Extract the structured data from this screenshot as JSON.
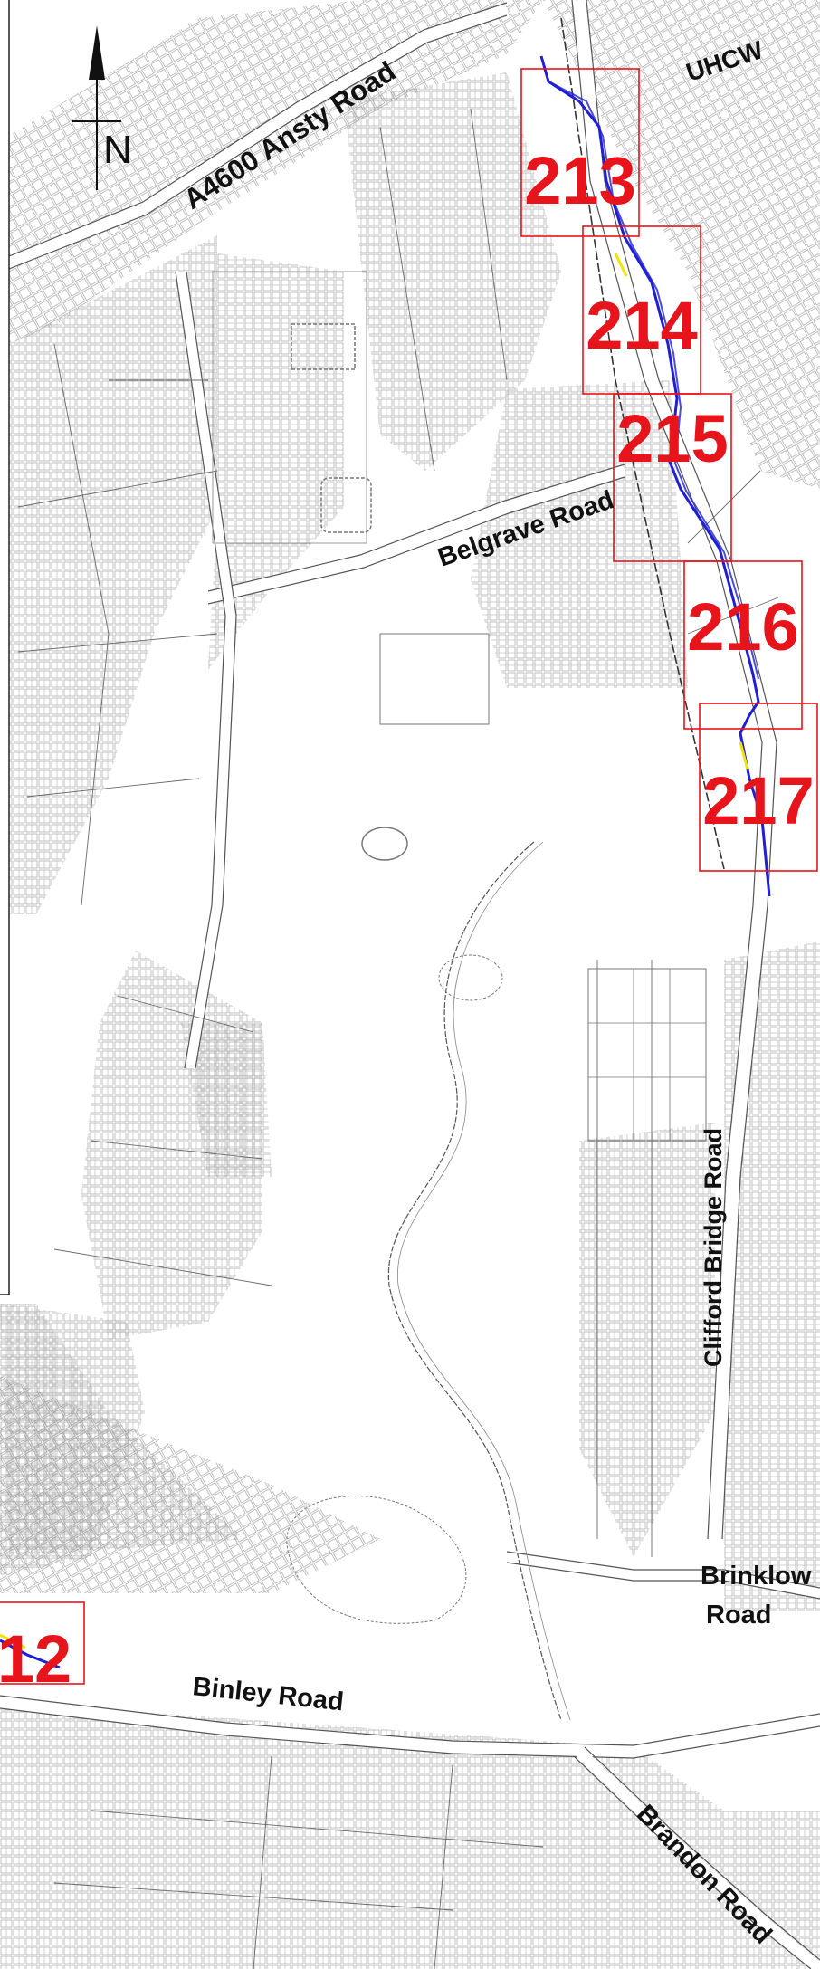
{
  "map": {
    "north_label": "N",
    "roads": {
      "ansty": "A4600 Ansty Road",
      "uhcw": "UHCW",
      "belgrave": "Belgrave Road",
      "clifford": "Clifford Bridge Road",
      "brinklow_1": "Brinklow",
      "brinklow_2": "Road",
      "binley": "Binley Road",
      "brandon": "Brandon Road"
    },
    "sheets": [
      "213",
      "214",
      "215",
      "216",
      "217",
      "12"
    ],
    "colors": {
      "sheet_frame": "#e8141b",
      "route": "#1f1fd6",
      "highlight": "#f2e600",
      "linework": "#555555"
    }
  }
}
